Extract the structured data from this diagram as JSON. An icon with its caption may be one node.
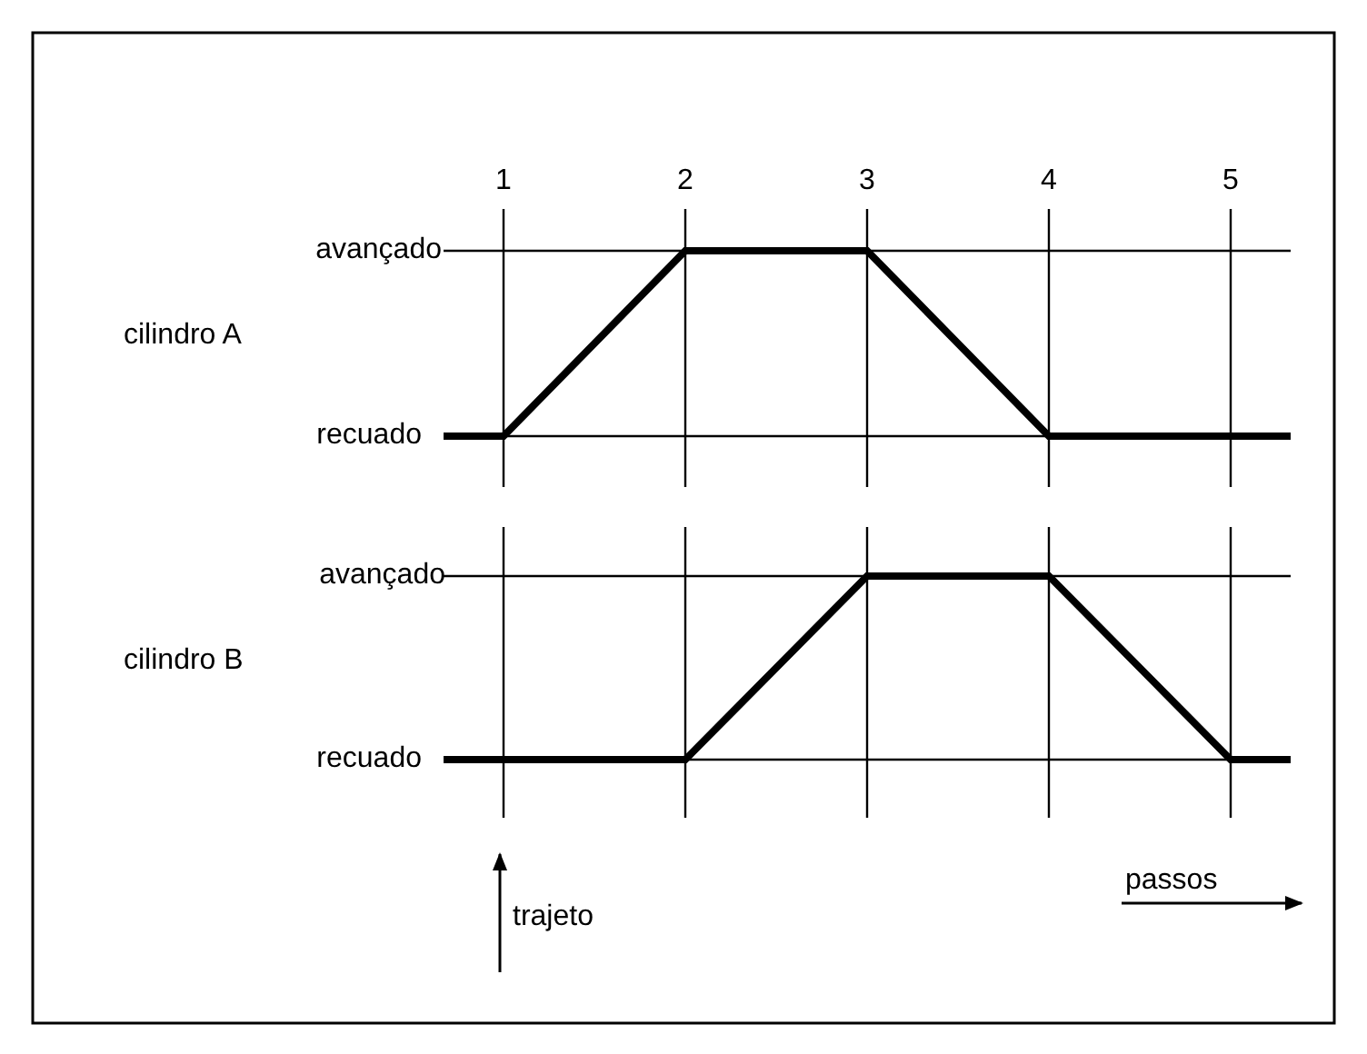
{
  "diagram": {
    "labels": [
      "1",
      "2",
      "3",
      "4",
      "5",
      "avançado",
      "cilindro A",
      "recuado",
      "avançado",
      "cilindro B",
      "recuado",
      "trajeto",
      "passos"
    ]
  }
}
